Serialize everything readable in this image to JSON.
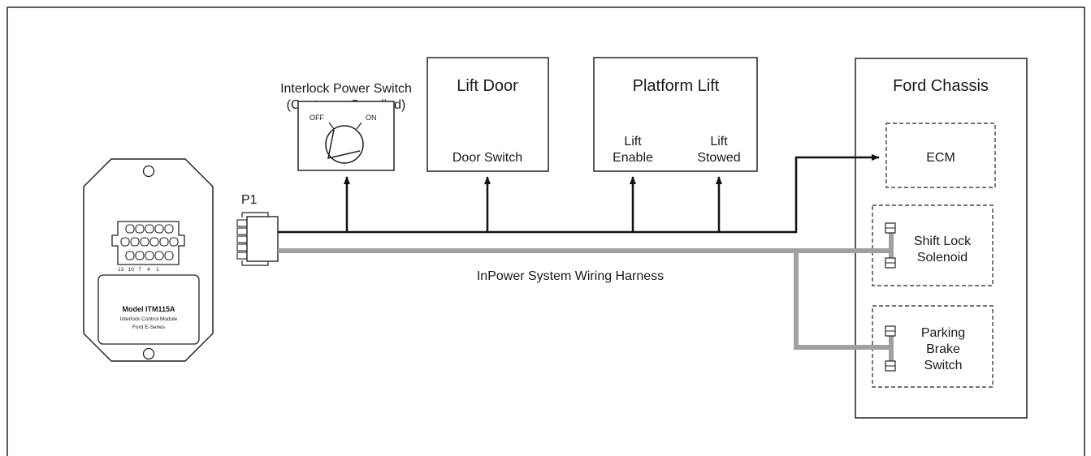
{
  "power_switch": {
    "title_line1": "Interlock Power Switch",
    "title_line2": "(Customer Supplied)",
    "off_label": "OFF",
    "on_label": "ON"
  },
  "lift_door": {
    "title": "Lift Door",
    "port_label": "Door Switch"
  },
  "platform_lift": {
    "title": "Platform Lift",
    "enable_line1": "Lift",
    "enable_line2": "Enable",
    "stowed_line1": "Lift",
    "stowed_line2": "Stowed"
  },
  "chassis": {
    "title": "Ford Chassis",
    "ecm_label": "ECM",
    "shift_lock_line1": "Shift Lock",
    "shift_lock_line2": "Solenoid",
    "parking_brake_line1": "Parking",
    "parking_brake_line2": "Brake",
    "parking_brake_line3": "Switch"
  },
  "connector": {
    "label": "P1"
  },
  "harness": {
    "label": "InPower System Wiring Harness",
    "black_wire_color": "#111111",
    "gray_wire_color": "#a0a0a0"
  },
  "module": {
    "pin_numbers": "13   10   7    4    1",
    "model": "Model ITM115A",
    "desc_line1": "Interlock Control Module",
    "desc_line2": "Ford E-Series"
  }
}
